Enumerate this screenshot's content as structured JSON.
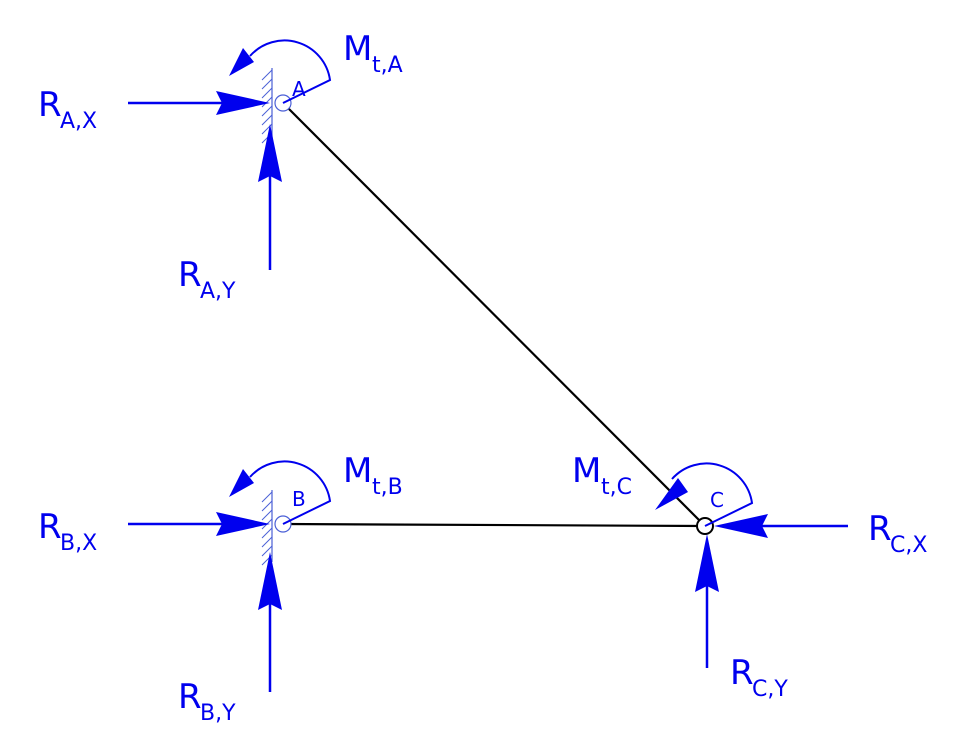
{
  "nodes": {
    "A": {
      "label": "A"
    },
    "B": {
      "label": "B"
    },
    "C": {
      "label": "C"
    }
  },
  "forces": {
    "RAX": {
      "main": "R",
      "sub": "A,X"
    },
    "RAY": {
      "main": "R",
      "sub": "A,Y"
    },
    "RBX": {
      "main": "R",
      "sub": "B,X"
    },
    "RBY": {
      "main": "R",
      "sub": "B,Y"
    },
    "RCX": {
      "main": "R",
      "sub": "C,X"
    },
    "RCY": {
      "main": "R",
      "sub": "C,Y"
    }
  },
  "moments": {
    "MtA": {
      "main": "M",
      "sub": "t,A"
    },
    "MtB": {
      "main": "M",
      "sub": "t,B"
    },
    "MtC": {
      "main": "M",
      "sub": "t,C"
    }
  },
  "colors": {
    "load": "#0000ee",
    "member": "#000000",
    "hatch": "#4a5fd6"
  }
}
